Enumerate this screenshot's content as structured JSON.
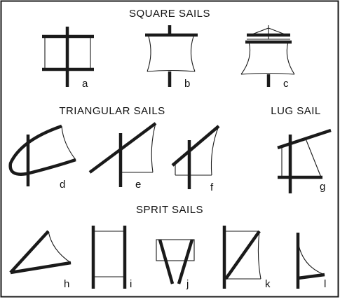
{
  "headings": {
    "square": "SQUARE SAILS",
    "triangular": "TRIANGULAR SAILS",
    "lug": "LUG SAIL",
    "sprit": "SPRIT SAILS"
  },
  "labels": {
    "a": "a",
    "b": "b",
    "c": "c",
    "d": "d",
    "e": "e",
    "f": "f",
    "g": "g",
    "h": "h",
    "i": "i",
    "j": "j",
    "k": "k",
    "l": "l"
  },
  "colors": {
    "line": "#1a1a1a",
    "background": "#ffffff"
  }
}
